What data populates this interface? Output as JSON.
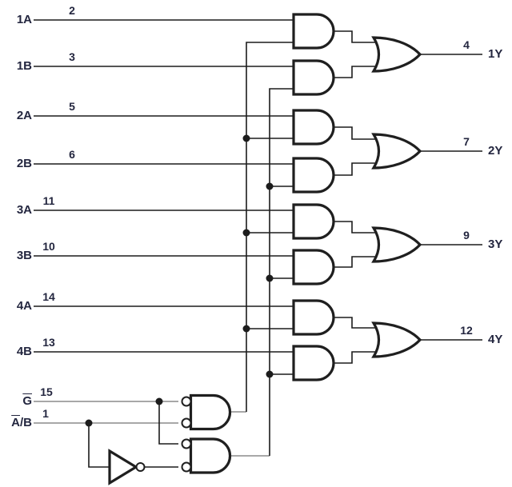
{
  "inputs": [
    {
      "name": "1A",
      "pin": "2"
    },
    {
      "name": "1B",
      "pin": "3"
    },
    {
      "name": "2A",
      "pin": "5"
    },
    {
      "name": "2B",
      "pin": "6"
    },
    {
      "name": "3A",
      "pin": "11"
    },
    {
      "name": "3B",
      "pin": "10"
    },
    {
      "name": "4A",
      "pin": "14"
    },
    {
      "name": "4B",
      "pin": "13"
    }
  ],
  "control_inputs": [
    {
      "label": "G",
      "pin": "15"
    },
    {
      "label_overlined": "A",
      "label_rest": "/B",
      "pin": "1"
    }
  ],
  "outputs": [
    {
      "name": "1Y",
      "pin": "4"
    },
    {
      "name": "2Y",
      "pin": "7"
    },
    {
      "name": "3Y",
      "pin": "9"
    },
    {
      "name": "4Y",
      "pin": "12"
    }
  ],
  "gates": {
    "data_and_gates": 8,
    "or_gates": 4,
    "control_and_gates": 2,
    "inverters": 1
  },
  "colors": {
    "wire": "#1c1c1c",
    "control_wire": "#a8a8a8",
    "gate_stroke": "#1f1f1f",
    "label_text": "#23263f",
    "background": "#ffffff"
  }
}
